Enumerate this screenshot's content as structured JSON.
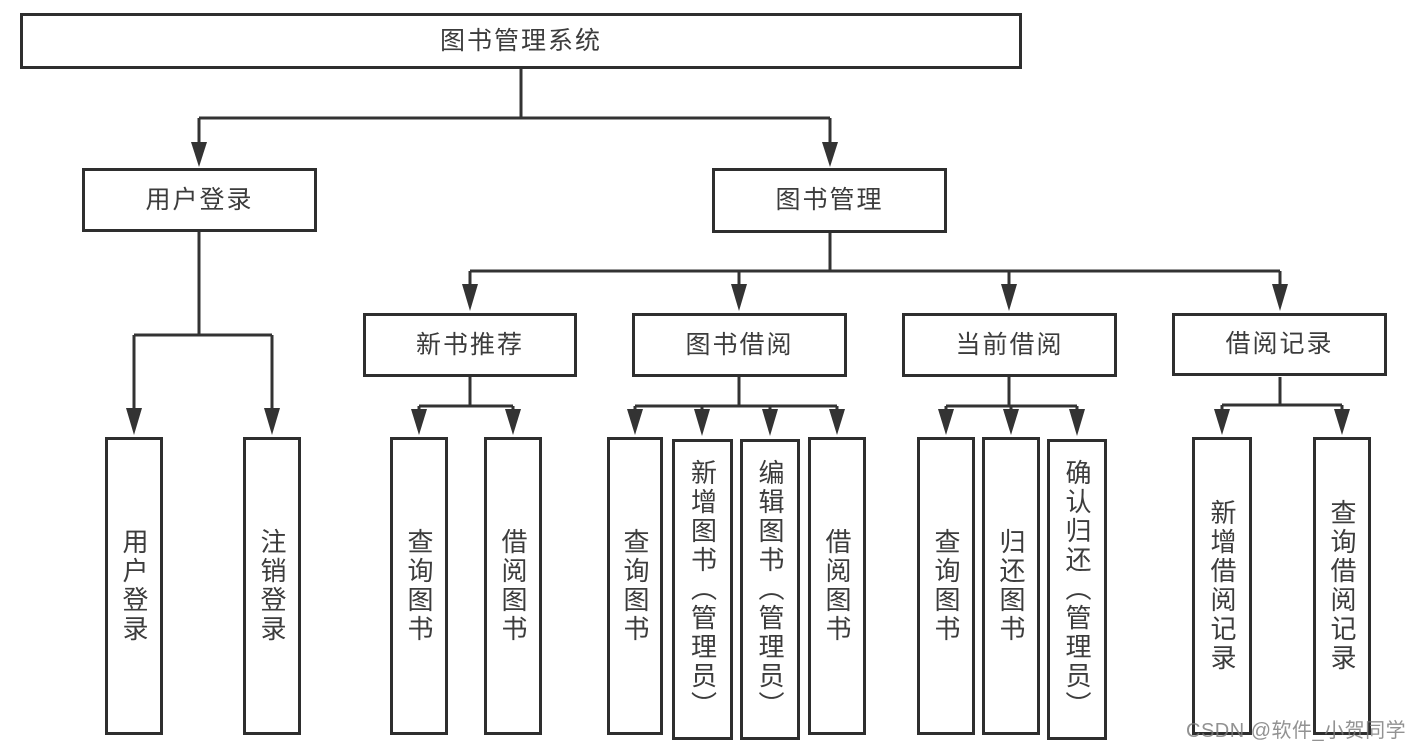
{
  "tree": {
    "root": {
      "label": "图书管理系统"
    },
    "level2": [
      {
        "label": "用户登录",
        "children": [
          {
            "label": "用户登录"
          },
          {
            "label": "注销登录"
          }
        ]
      },
      {
        "label": "图书管理",
        "children": [
          {
            "label": "新书推荐",
            "children": [
              {
                "label": "查询图书"
              },
              {
                "label": "借阅图书"
              }
            ]
          },
          {
            "label": "图书借阅",
            "children": [
              {
                "label": "查询图书"
              },
              {
                "label": "新增图书（管理员）"
              },
              {
                "label": "编辑图书（管理员）"
              },
              {
                "label": "借阅图书"
              }
            ]
          },
          {
            "label": "当前借阅",
            "children": [
              {
                "label": "查询图书"
              },
              {
                "label": "归还图书"
              },
              {
                "label": "确认归还（管理员）"
              }
            ]
          },
          {
            "label": "借阅记录",
            "children": [
              {
                "label": "新增借阅记录"
              },
              {
                "label": "查询借阅记录"
              }
            ]
          }
        ]
      }
    ]
  },
  "watermark": {
    "text": "CSDN @软件_小贺同学"
  },
  "colors": {
    "line": "#333333",
    "box_border": "#2e2e2e",
    "text": "#3c3c3c",
    "watermark": "#7a7a7a",
    "background": "#ffffff"
  }
}
